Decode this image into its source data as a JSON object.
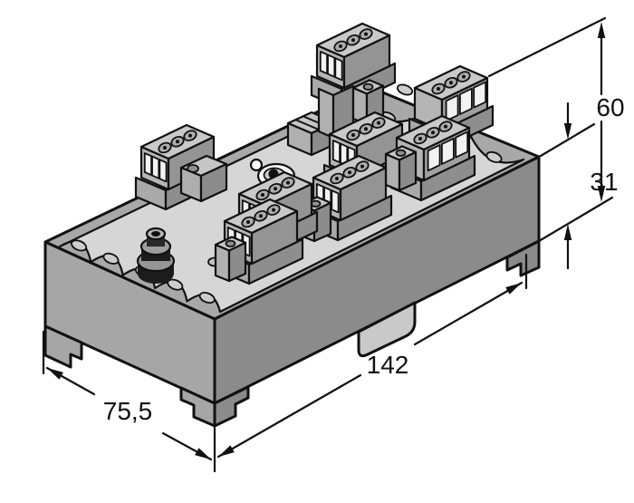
{
  "diagram": {
    "type": "isometric-dimensional-drawing",
    "subject": "terminal junction box on DIN rail",
    "dimensions": {
      "total_height": "60",
      "base_height": "31",
      "length": "142",
      "width": "75,5"
    }
  },
  "colors": {
    "outline": "#111111",
    "background": "#ffffff",
    "top_plate": "#d6d6d6",
    "rim_band": "#a8a8a8",
    "left_wall": "#a6a6a6",
    "right_wall": "#8b8b8b",
    "terminal_top": "#c9c9c9",
    "terminal_left_face": "#b5b5b5",
    "terminal_right_face": "#949494",
    "window_fill": "#f2f2f2",
    "din_tab": "#c9c9c9",
    "gland_dark": "#1c1c1c"
  }
}
